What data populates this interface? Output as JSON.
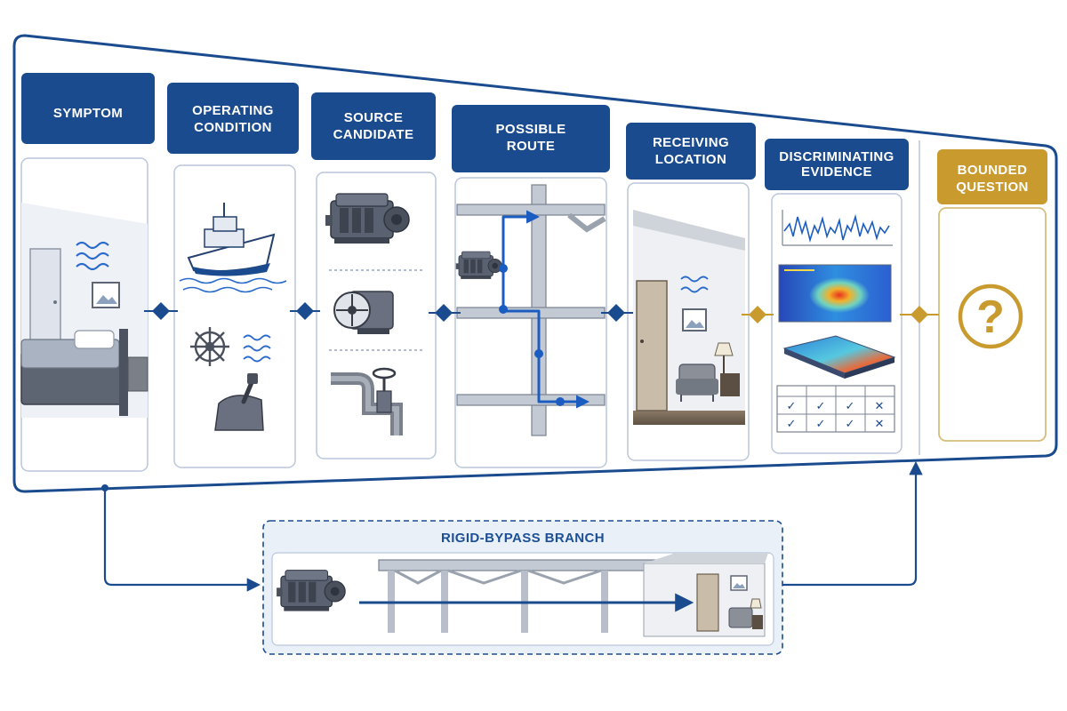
{
  "stages": [
    {
      "id": "symptom",
      "lines": [
        "SYMPTOM"
      ]
    },
    {
      "id": "operating-condition",
      "lines": [
        "OPERATING",
        "CONDITION"
      ]
    },
    {
      "id": "source-candidate",
      "lines": [
        "SOURCE",
        "CANDIDATE"
      ]
    },
    {
      "id": "possible-route",
      "lines": [
        "POSSIBLE",
        "ROUTE"
      ]
    },
    {
      "id": "receiving-location",
      "lines": [
        "RECEIVING",
        "LOCATION"
      ]
    },
    {
      "id": "discriminating-evidence",
      "lines": [
        "DISCRIMINATING",
        "EVIDENCE"
      ]
    },
    {
      "id": "bounded-question",
      "lines": [
        "BOUNDED",
        "QUESTION"
      ]
    }
  ],
  "bounded_question": {
    "symbol": "?"
  },
  "bypass_branch": {
    "title": "RIGID-BYPASS BRANCH"
  },
  "evidence_checks": [
    [
      "✓",
      "✓",
      "✓",
      "✕"
    ],
    [
      "✓",
      "✓",
      "✓",
      "✕"
    ]
  ],
  "colors": {
    "primary": "#1b4b8f",
    "accent_gold": "#c99a2e",
    "panel_border": "#b9c6dc",
    "branch_fill": "#eaf0f8"
  },
  "icons": {
    "symptom": [
      "bed-icon",
      "door-icon",
      "vibration-waves-icon",
      "picture-frame-icon"
    ],
    "operating_condition": [
      "ship-icon",
      "ship-wheel-icon",
      "throttle-lever-icon"
    ],
    "source_candidate": [
      "engine-icon",
      "fan-icon",
      "pipe-valve-icon"
    ],
    "possible_route": [
      "engine-icon",
      "structural-frame-icon",
      "route-arrows-icon"
    ],
    "receiving_location": [
      "room-icon",
      "chair-icon",
      "lamp-icon"
    ],
    "discriminating_evidence": [
      "waveform-icon",
      "heatmap-icon",
      "surface-plot-icon",
      "checklist-icon"
    ],
    "bounded_question": [
      "question-mark-icon"
    ]
  }
}
